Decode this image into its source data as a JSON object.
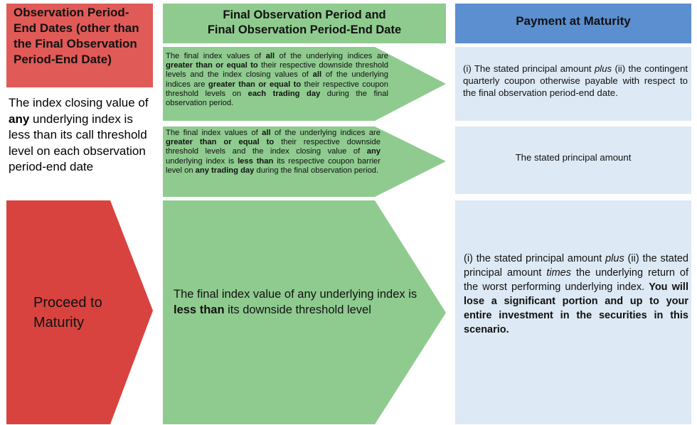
{
  "columns": {
    "left_header": "Observation Period-End Dates (other than the Final Observation Period-End Date)",
    "middle_header_line1": "Final Observation Period and",
    "middle_header_line2": "Final Observation Period-End Date",
    "right_header": "Payment at Maturity"
  },
  "left": {
    "condition_pre": "The index closing value of ",
    "condition_bold": "any",
    "condition_post": " underlying index is less than its call threshold level on each observation period-end date",
    "proceed": "Proceed to Maturity"
  },
  "scenarios": [
    {
      "parts": [
        [
          "The final index values of ",
          false
        ],
        [
          "all",
          true
        ],
        [
          " of the underlying indices are ",
          false
        ],
        [
          "greater than or equal to",
          true
        ],
        [
          " their respective downside threshold levels and the index closing values of ",
          false
        ],
        [
          "all",
          true
        ],
        [
          " of the underlying indices are ",
          false
        ],
        [
          "greater than or equal to",
          true
        ],
        [
          " their respective coupon threshold levels on ",
          false
        ],
        [
          "each trading day",
          true
        ],
        [
          " during the final observation period.",
          false
        ]
      ],
      "payment_parts": [
        [
          "(i) The stated principal amount ",
          false,
          false
        ],
        [
          "plus",
          false,
          true
        ],
        [
          " (ii) the contingent quarterly coupon otherwise payable with respect to the final observation period-end date.",
          false,
          false
        ]
      ]
    },
    {
      "parts": [
        [
          "The final index values of ",
          false
        ],
        [
          "all",
          true
        ],
        [
          " of the underlying indices are ",
          false
        ],
        [
          "greater than or equal to",
          true
        ],
        [
          " their respective downside threshold levels and the index closing value of ",
          false
        ],
        [
          "any",
          true
        ],
        [
          " underlying index is ",
          false
        ],
        [
          "less than",
          true
        ],
        [
          " its respective coupon barrier level on ",
          false
        ],
        [
          "any trading day",
          true
        ],
        [
          " during the final observation period.",
          false
        ]
      ],
      "payment_parts": [
        [
          "The stated principal amount",
          false,
          false
        ]
      ]
    },
    {
      "parts": [
        [
          "The final index value of any underlying index is ",
          false
        ],
        [
          "less than",
          true
        ],
        [
          " its downside threshold level",
          false
        ]
      ],
      "payment_parts": [
        [
          "(i) the stated principal amount ",
          false,
          false
        ],
        [
          "plus",
          false,
          true
        ],
        [
          " (ii) the stated principal amount ",
          false,
          false
        ],
        [
          "times",
          false,
          true
        ],
        [
          " the underlying return of the worst performing underlying index. ",
          false,
          false
        ],
        [
          "You will lose a significant portion and up to your entire investment in the securities in this scenario.",
          true,
          false
        ]
      ]
    }
  ],
  "colors": {
    "red_header": "#e05a57",
    "red_arrow": "#d8433f",
    "green": "#8fcb8f",
    "blue_header": "#5b8fd0",
    "blue_light": "#dde9f4"
  }
}
